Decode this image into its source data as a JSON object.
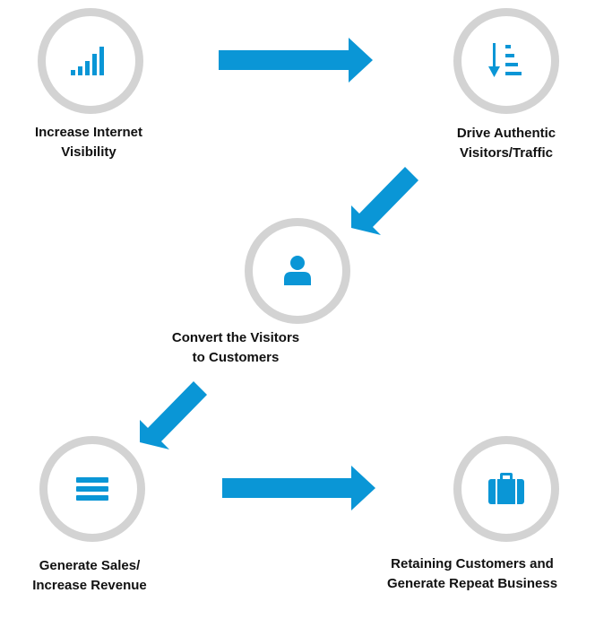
{
  "colors": {
    "accent": "#0a96d6",
    "ring": "#d3d3d3"
  },
  "steps": [
    {
      "icon": "signal-bars-icon",
      "lines": [
        "Increase Internet",
        "Visibility"
      ]
    },
    {
      "icon": "sort-descending-icon",
      "lines": [
        "Drive Authentic",
        "Visitors/Traffic"
      ]
    },
    {
      "icon": "user-icon",
      "lines": [
        "Convert the Visitors",
        "to Customers"
      ]
    },
    {
      "icon": "menu-lines-icon",
      "lines": [
        "Generate Sales/",
        "Increase Revenue"
      ]
    },
    {
      "icon": "briefcase-icon",
      "lines": [
        "Retaining Customers and",
        "Generate Repeat Business"
      ]
    }
  ]
}
